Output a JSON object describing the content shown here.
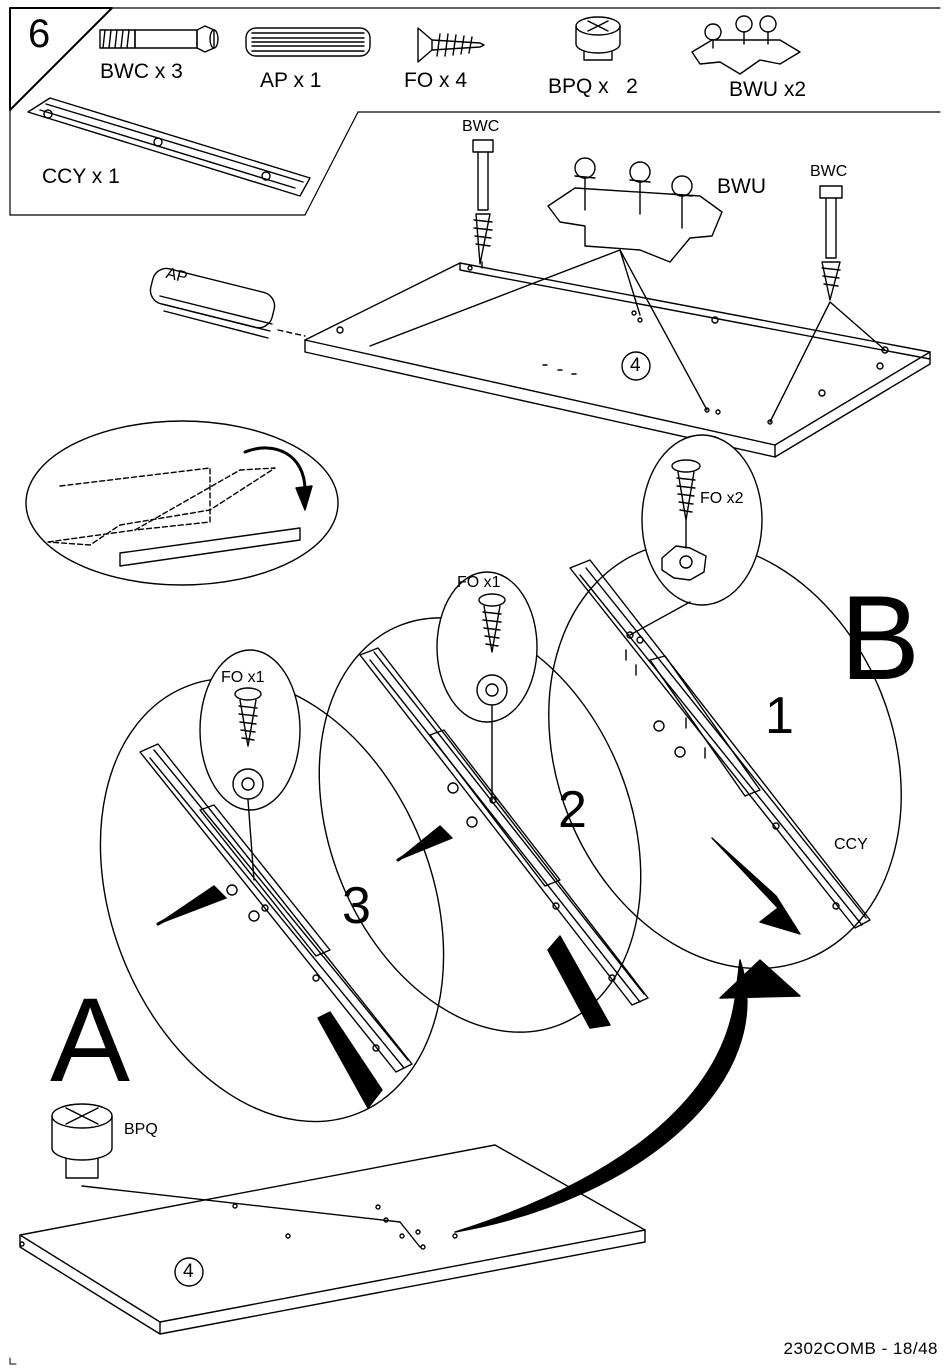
{
  "step": {
    "number": "6"
  },
  "parts": {
    "bwc": "BWC x 3",
    "ap": "AP x 1",
    "fo": "FO x 4",
    "bpq": "BPQ x   2",
    "bwu": "BWU x2",
    "ccy": "CCY x 1"
  },
  "callouts": {
    "bwc": "BWC",
    "bwu": "BWU",
    "ap": "AP",
    "panel_number": "4",
    "fo_two": "FO x2",
    "fo_one": "FO x1",
    "ccy": "CCY",
    "bpq": "BPQ"
  },
  "sequence": {
    "step_a": "A",
    "step_b": "B",
    "rail_1": "1",
    "rail_2": "2",
    "rail_3": "3"
  },
  "footer": {
    "ref": "2302COMB - 18/48"
  }
}
